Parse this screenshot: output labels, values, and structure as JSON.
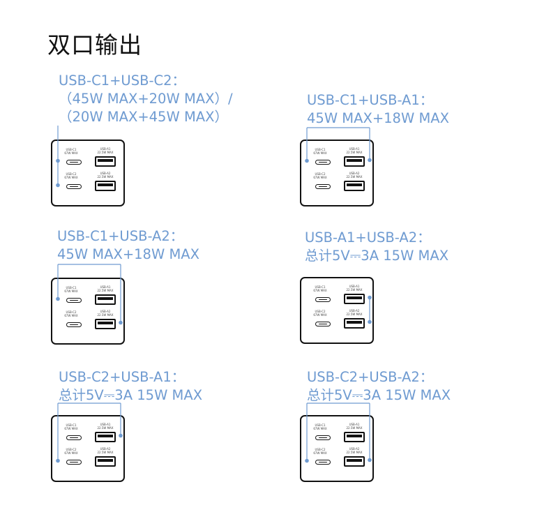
{
  "title": "双口输出",
  "ports": {
    "c1": [
      "USB-C1",
      "67W MAX"
    ],
    "c2": [
      "USB-C2",
      "67W MAX"
    ],
    "a1": [
      "USB-A1",
      "22.5W MAX"
    ],
    "a2": [
      "USB-A2",
      "22.5W MAX"
    ]
  },
  "panels": [
    {
      "id": "c1-c2",
      "label": [
        "USB-C1+USB-C2：",
        "（45W MAX+20W MAX）/",
        "（20W MAX+45W MAX）"
      ]
    },
    {
      "id": "c1-a1",
      "label": [
        "USB-C1+USB-A1：",
        "45W MAX+18W MAX"
      ]
    },
    {
      "id": "c1-a2",
      "label": [
        "USB-C1+USB-A2：",
        "45W MAX+18W MAX"
      ]
    },
    {
      "id": "a1-a2",
      "label": [
        "USB-A1+USB-A2：",
        "总计5V⎓3A 15W MAX"
      ]
    },
    {
      "id": "c2-a1",
      "label": [
        "USB-C2+USB-A1：",
        "总计5V⎓3A 15W MAX"
      ]
    },
    {
      "id": "c2-a2",
      "label": [
        "USB-C2+USB-A2：",
        "总计5V⎓3A 15W MAX"
      ]
    }
  ],
  "colors": {
    "accent": "#6f9bd1",
    "title": "#111111",
    "outline": "#111111"
  }
}
